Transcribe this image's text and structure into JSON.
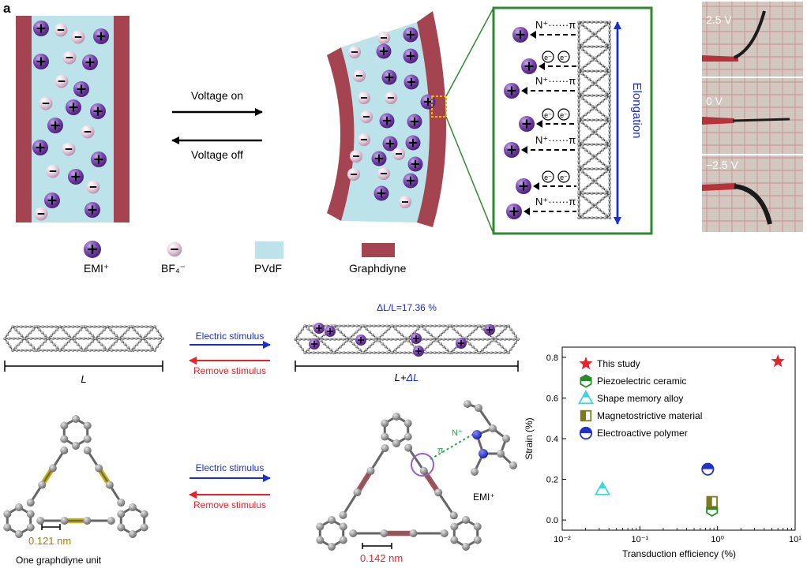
{
  "panel_label": "a",
  "top": {
    "arrow_on": "Voltage on",
    "arrow_off": "Voltage off",
    "zoom": {
      "interaction": "N⁺······π",
      "electron": "e⁻",
      "elongation": "Elongation"
    },
    "photo_voltages": [
      "2.5 V",
      "0 V",
      "−2.5 V"
    ],
    "legend": [
      "EMI⁺",
      "BF₄⁻",
      "PVdF",
      "Graphdiyne"
    ],
    "colors": {
      "cation": "#6a3b9a",
      "anion": "#dcc4d6",
      "electrolyte": "#bde3ea",
      "electrode": "#a44450",
      "zoom_border": "#2f8a2f",
      "elongation": "#1a2fd1"
    }
  },
  "middle": {
    "arrow_electric": "Electric stimulus",
    "arrow_remove": "Remove stimulus",
    "length_label": "L",
    "elongated_label_prefix": "L+",
    "elongated_label_delta": "ΔL",
    "strain_label": "ΔL/L=17.36 %"
  },
  "bottom": {
    "arrow_electric": "Electric stimulus",
    "arrow_remove": "Remove stimulus",
    "bond_before": "0.121 nm",
    "bond_after": "0.142 nm",
    "unit_label": "One graphdiyne unit",
    "emi_label": "EMI⁺",
    "interaction": "N⁺",
    "pi": "π"
  },
  "chart_data": {
    "type": "scatter",
    "xlabel": "Transduction efficiency (%)",
    "ylabel": "Strain (%)",
    "xscale": "log",
    "xlim": [
      0.01,
      10
    ],
    "ylim": [
      -0.05,
      0.85
    ],
    "xticks": [
      "10⁻²",
      "10⁻¹",
      "10⁰",
      "10¹"
    ],
    "yticks": [
      "0.0",
      "0.2",
      "0.4",
      "0.6",
      "0.8"
    ],
    "legend_position": "top-left",
    "series": [
      {
        "name": "This study",
        "marker": "star",
        "color": "#e8222a",
        "points": [
          [
            6.0,
            0.78
          ]
        ]
      },
      {
        "name": "Piezoelectric ceramic",
        "marker": "hexagon-half",
        "color": "#2a8a2a",
        "points": [
          [
            0.85,
            0.05
          ]
        ]
      },
      {
        "name": "Shape memory alloy",
        "marker": "triangle-half",
        "color": "#3fd6d6",
        "points": [
          [
            0.033,
            0.15
          ]
        ]
      },
      {
        "name": "Magnetostrictive material",
        "marker": "square-half",
        "color": "#7d7a1c",
        "points": [
          [
            0.85,
            0.09
          ]
        ]
      },
      {
        "name": "Electroactive polymer",
        "marker": "circle-half",
        "color": "#1f2fd0",
        "points": [
          [
            0.75,
            0.25
          ]
        ]
      }
    ]
  }
}
